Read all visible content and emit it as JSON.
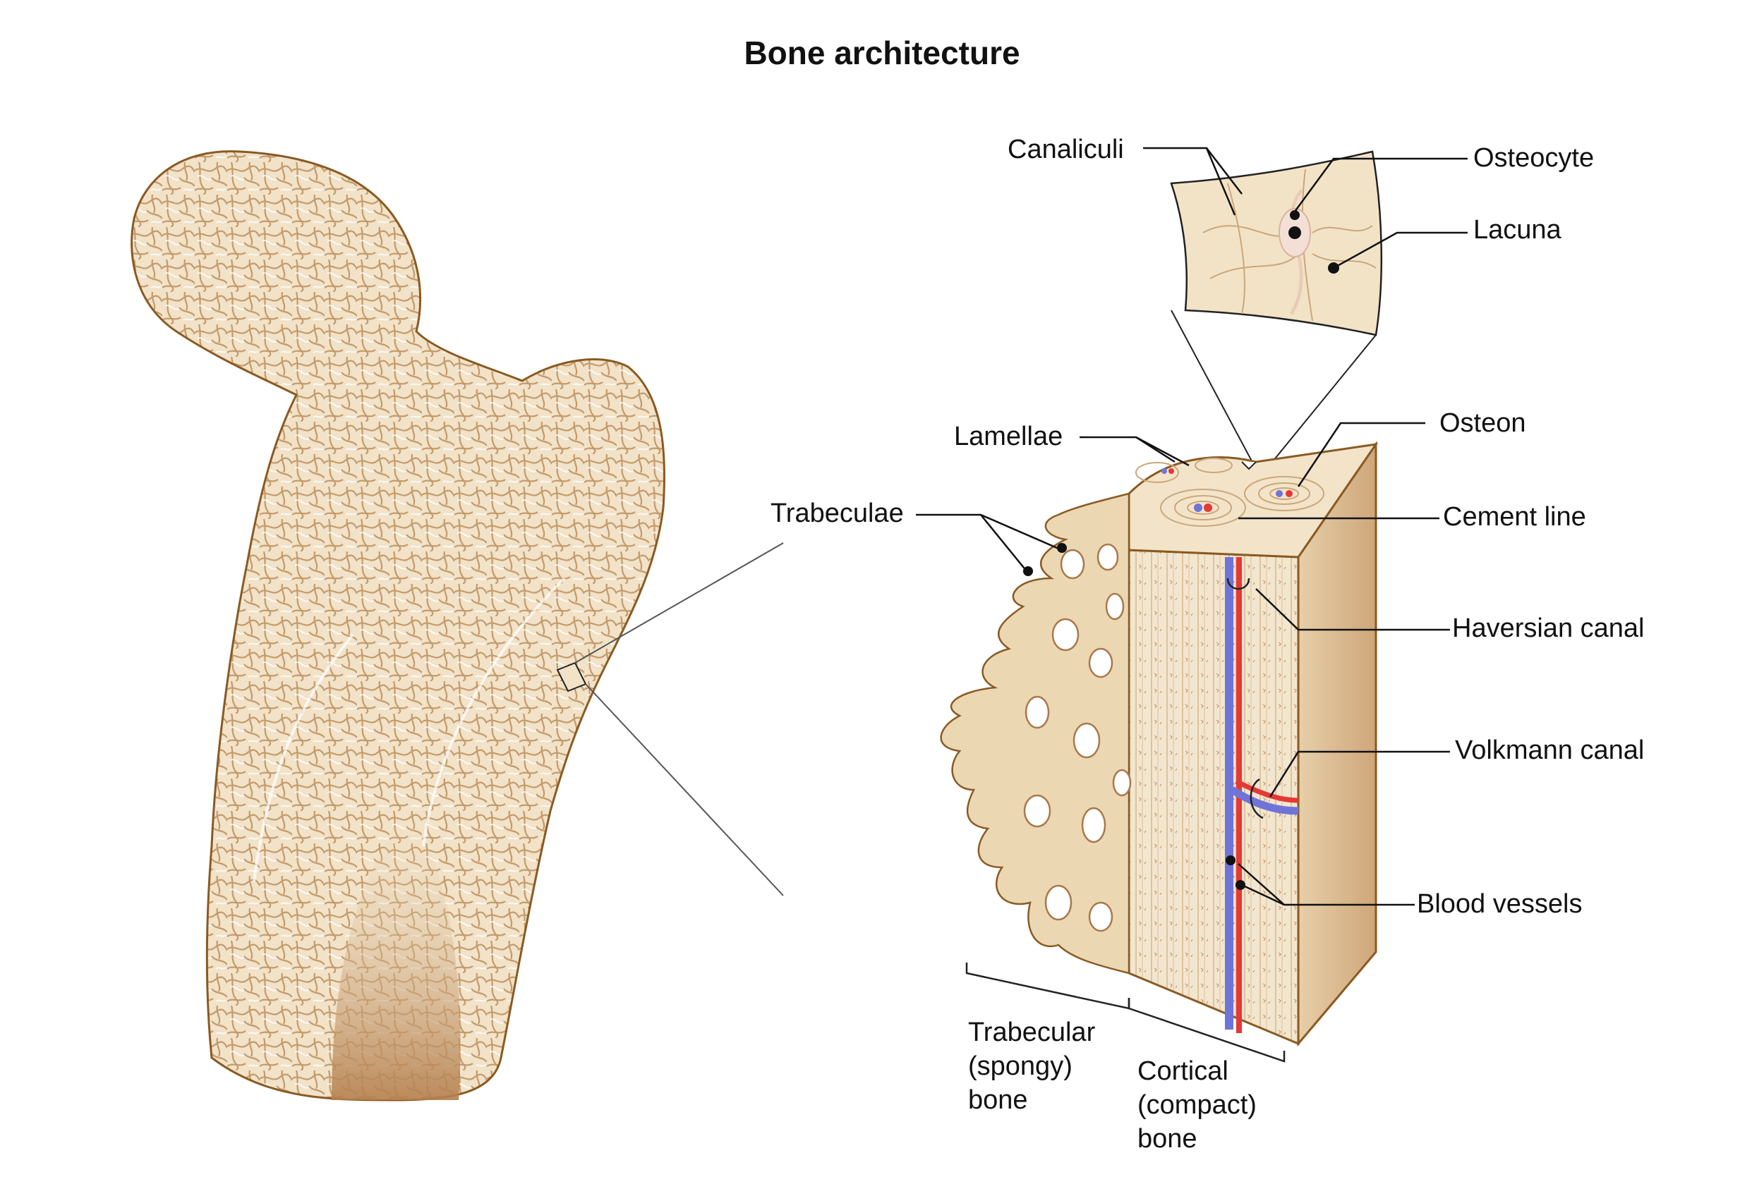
{
  "title": "Bone architecture",
  "labels": {
    "canaliculi": "Canaliculi",
    "osteocyte": "Osteocyte",
    "lacuna": "Lacuna",
    "lamellae": "Lamellae",
    "osteon": "Osteon",
    "trabeculae": "Trabeculae",
    "cement_line": "Cement line",
    "haversian_canal": "Haversian canal",
    "volkmann_canal": "Volkmann canal",
    "blood_vessels": "Blood vessels",
    "trabecular_bone": [
      "Trabecular",
      "(spongy)",
      "bone"
    ],
    "cortical_bone": [
      "Cortical",
      "(compact)",
      "bone"
    ]
  },
  "colors": {
    "bone_fill": "#f1e2c8",
    "bone_outline": "#8a5a22",
    "bone_shadow": "#b98a5c",
    "artery": "#e53935",
    "vein": "#6f74d8",
    "leader": "#111111"
  }
}
